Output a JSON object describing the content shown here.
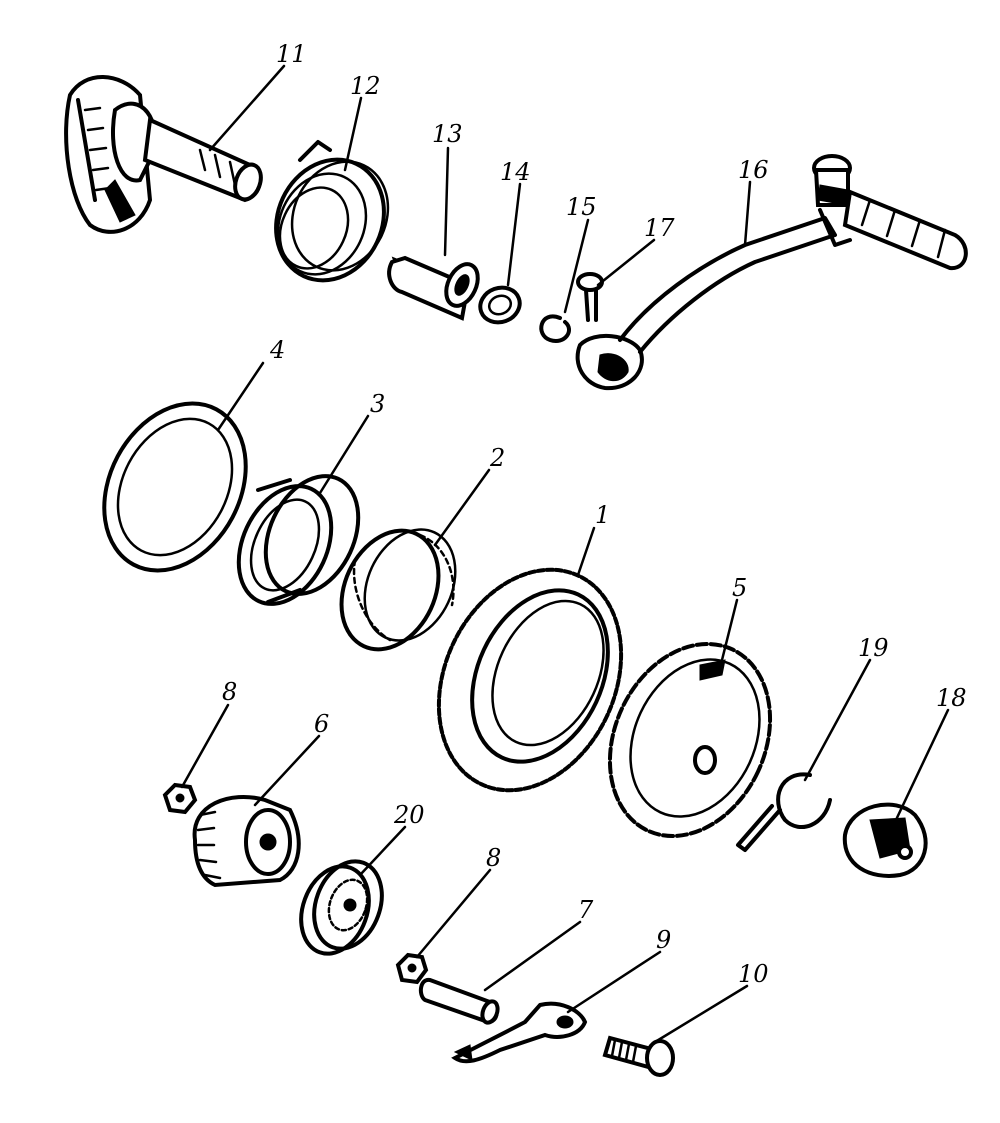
{
  "diagram": {
    "labels": {
      "p1": "1",
      "p2": "2",
      "p3": "3",
      "p4": "4",
      "p5": "5",
      "p6": "6",
      "p7": "7",
      "p8a": "8",
      "p8b": "8",
      "p9": "9",
      "p10": "10",
      "p11": "11",
      "p12": "12",
      "p13": "13",
      "p14": "14",
      "p15": "15",
      "p16": "16",
      "p17": "17",
      "p18": "18",
      "p19": "19",
      "p20": "20"
    },
    "colors": {
      "ink": "#000000",
      "paper": "#ffffff"
    }
  }
}
